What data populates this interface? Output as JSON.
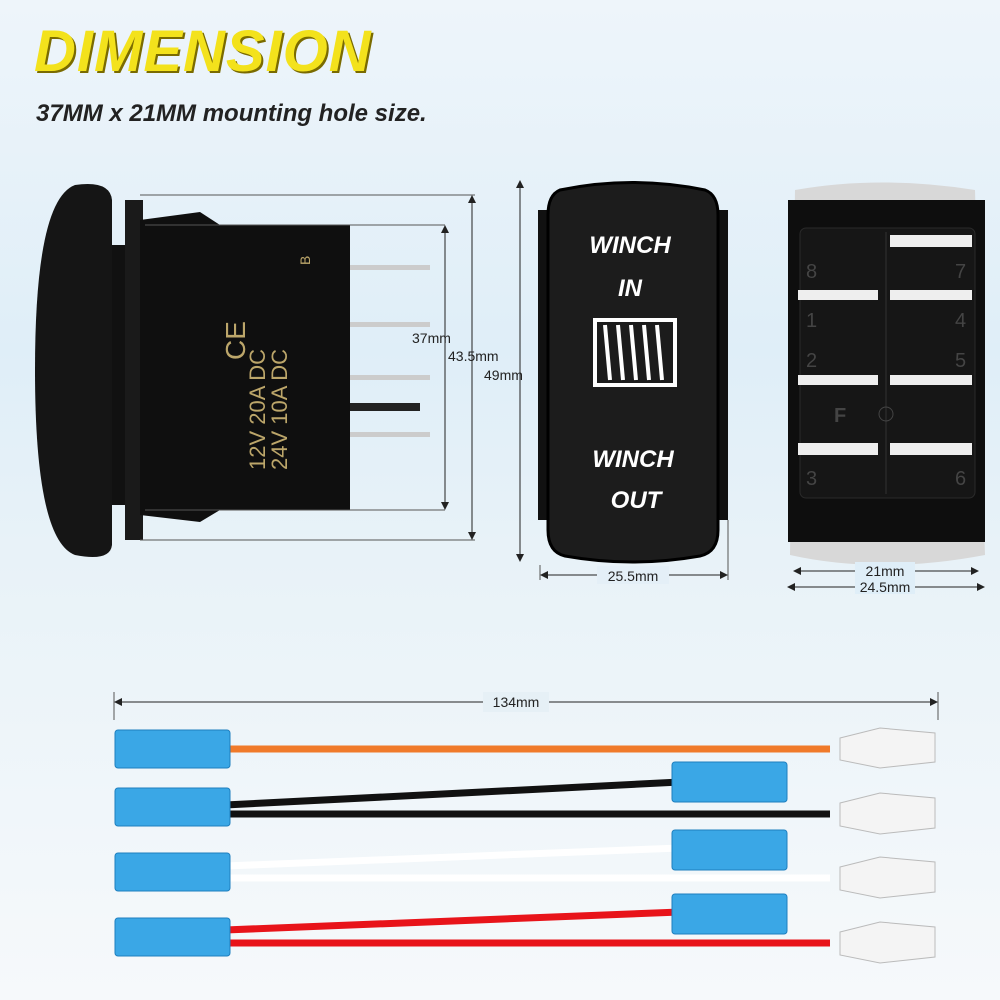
{
  "header": {
    "title": "DIMENSION",
    "subtitle": "37MM x 21MM mounting hole size."
  },
  "side_view": {
    "ce": "CE",
    "rating_1": "12V 20A DC",
    "rating_2": "24V 10A DC",
    "mark": "B",
    "dim_37": "37mm",
    "dim_43": "43.5mm",
    "dim_49": "49mm"
  },
  "front_view": {
    "label_top_1": "WINCH",
    "label_top_2": "IN",
    "label_bottom_1": "WINCH",
    "label_bottom_2": "OUT",
    "dim_width": "25.5mm"
  },
  "back_view": {
    "pins": [
      "8",
      "7",
      "1",
      "4",
      "2",
      "5",
      "F",
      "3",
      "6"
    ],
    "dim_inner": "21mm",
    "dim_outer": "24.5mm"
  },
  "harness": {
    "dim_length": "134mm",
    "wire_colors": [
      "#f07a2a",
      "#111111",
      "#ffffff",
      "#e8141a"
    ]
  }
}
